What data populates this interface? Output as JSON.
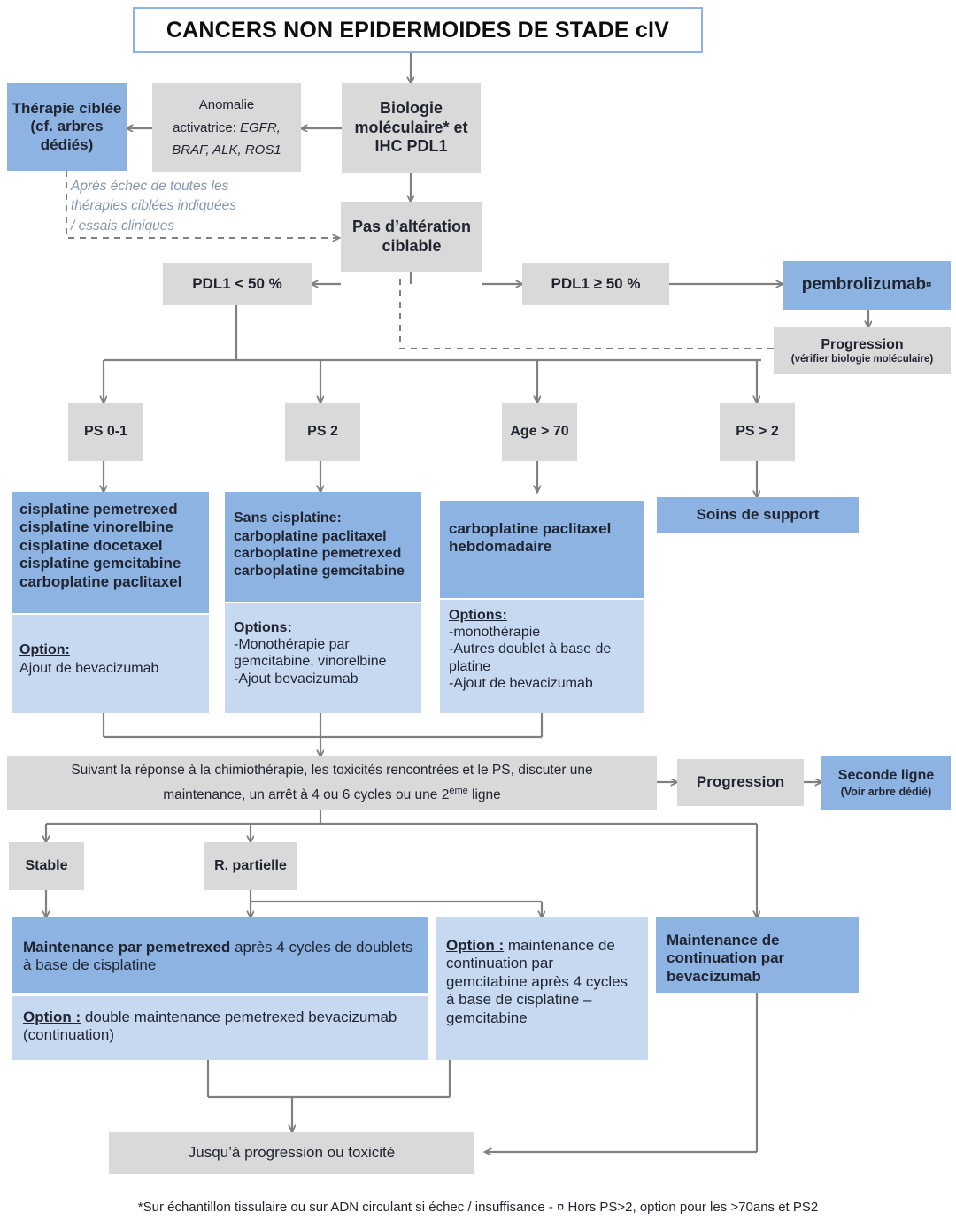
{
  "title": {
    "text": "CANCERS NON EPIDERMOIDES DE STADE cIV"
  },
  "colors": {
    "accent_blue": "#8db3e2",
    "light_blue": "#c6d9f1",
    "gray": "#d9d9d9",
    "line": "#808080",
    "note_text": "#8496b0"
  },
  "nodes": {
    "therapie_ciblee": "Thérapie ciblée (cf. arbres dédiés)",
    "anomalie_line1": "Anomalie",
    "anomalie_line2_prefix": "activatrice: ",
    "anomalie_genes_1": "EGFR,",
    "anomalie_genes_2": "BRAF, ALK, ROS1",
    "biologie": "Biologie moléculaire* et IHC PDL1",
    "pas_alteration": "Pas d’altération ciblable",
    "pdl1_low": "PDL1 < 50 %",
    "pdl1_high": "PDL1 ≥ 50 %",
    "pembrolizumab": "pembrolizumab",
    "pembrolizumab_sup": "¤",
    "progression_top_main": "Progression",
    "progression_top_sub": "(vérifier biologie moléculaire)",
    "ps01": "PS 0-1",
    "ps2": "PS 2",
    "age70": "Age > 70",
    "psgt2": "PS > 2",
    "soins": "Soins de support",
    "suivant_line1": "Suivant la réponse à la chimiothérapie, les toxicités rencontrées et le PS, discuter une",
    "suivant_line2_a": "maintenance, un arrêt à 4 ou 6 cycles ou une 2",
    "suivant_line2_sup": "ème",
    "suivant_line2_b": " ligne",
    "progression_mid": "Progression",
    "seconde_ligne_main": "Seconde ligne",
    "seconde_ligne_sub": "(Voir arbre dédié)",
    "stable": "Stable",
    "r_partielle": "R. partielle",
    "jusqua": "Jusqu’à progression ou toxicité"
  },
  "treatment_ps01": {
    "regimens": [
      "cisplatine pemetrexed",
      "cisplatine vinorelbine",
      "cisplatine docetaxel",
      "cisplatine gemcitabine",
      "carboplatine paclitaxel"
    ],
    "option_label": "Option:",
    "option_lines": [
      "Ajout de bevacizumab"
    ]
  },
  "treatment_ps2": {
    "heading": "Sans cisplatine:",
    "regimens": [
      "carboplatine paclitaxel",
      "carboplatine pemetrexed",
      "carboplatine gemcitabine"
    ],
    "option_label": "Options:",
    "option_lines": [
      "-Monothérapie par",
      "gemcitabine, vinorelbine",
      "-Ajout bevacizumab"
    ]
  },
  "treatment_age70": {
    "regimens": [
      "carboplatine paclitaxel",
      "hebdomadaire"
    ],
    "option_label": "Options:",
    "option_lines": [
      "-monothérapie",
      "-Autres doublet à base de",
      "platine",
      "-Ajout de bevacizumab"
    ]
  },
  "maintenance_stable": {
    "main_bold": "Maintenance par pemetrexed",
    "main_rest": " après 4 cycles de doublets à base de cisplatine",
    "option_label": "Option :",
    "option_rest": " double maintenance pemetrexed bevacizumab (continuation)"
  },
  "maintenance_gem": {
    "option_label": "Option :",
    "option_rest": " maintenance de continuation par gemcitabine après 4 cycles à base de cisplatine –gemcitabine"
  },
  "maintenance_bev": {
    "text": "Maintenance de continuation par bevacizumab"
  },
  "dashed_note": {
    "line1": "Après échec de toutes les",
    "line2": "thérapies ciblées indiquées",
    "line3": "/ essais cliniques"
  },
  "footnote": {
    "text": "*Sur échantillon tissulaire ou sur ADN circulant si échec / insuffisance - ¤ Hors PS>2, option pour les >70ans et PS2"
  }
}
